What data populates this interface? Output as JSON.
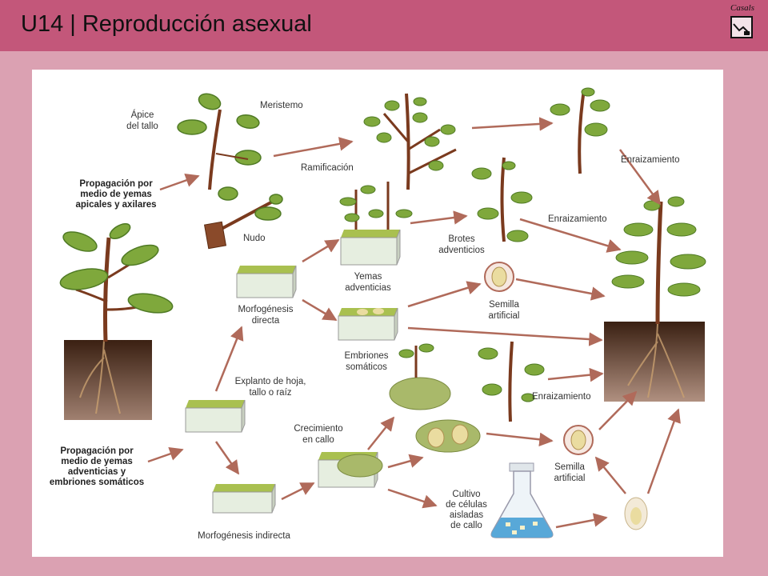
{
  "header": {
    "title": "U14 | Reproducción asexual",
    "logo_text": "Casals",
    "bg_color": "#c3577a"
  },
  "diagram": {
    "labels": {
      "apice_1": "Ápice",
      "apice_2": "del tallo",
      "meristemo": "Meristemo",
      "ramificacion": "Ramificación",
      "nudo": "Nudo",
      "prop_yemas_1": "Propagación por",
      "prop_yemas_2": "medio de yemas",
      "prop_yemas_3": "apicales y axilares",
      "enraiz_1": "Enraizamiento",
      "enraiz_2": "Enraizamiento",
      "enraiz_3": "Enraizamiento",
      "brotes_1": "Brotes",
      "brotes_2": "adventicios",
      "yemas_1": "Yemas",
      "yemas_2": "adventicias",
      "morfo_dir_1": "Morfogénesis",
      "morfo_dir_2": "directa",
      "semilla1_1": "Semilla",
      "semilla1_2": "artificial",
      "embriones_1": "Embriones",
      "embriones_2": "somáticos",
      "explanto_1": "Explanto de hoja,",
      "explanto_2": "tallo o raíz",
      "crecimiento_1": "Crecimiento",
      "crecimiento_2": "en callo",
      "prop_emb_1": "Propagación por",
      "prop_emb_2": "medio de yemas",
      "prop_emb_3": "adventicias y",
      "prop_emb_4": "embriones somáticos",
      "semilla2_1": "Semilla",
      "semilla2_2": "artificial",
      "cultivo_1": "Cultivo",
      "cultivo_2": "de células",
      "cultivo_3": "aisladas",
      "cultivo_4": "de callo",
      "morfo_ind": "Morfogénesis indirecta"
    },
    "colors": {
      "leaf": "#7fa83c",
      "leaf_dark": "#4f7a24",
      "stem": "#7a3a1e",
      "arrow": "#b06a5a",
      "soil": "#4a2a18",
      "agar": "#e6eee0",
      "callus": "#a9b96a",
      "flask_liquid": "#58a8d8"
    }
  }
}
